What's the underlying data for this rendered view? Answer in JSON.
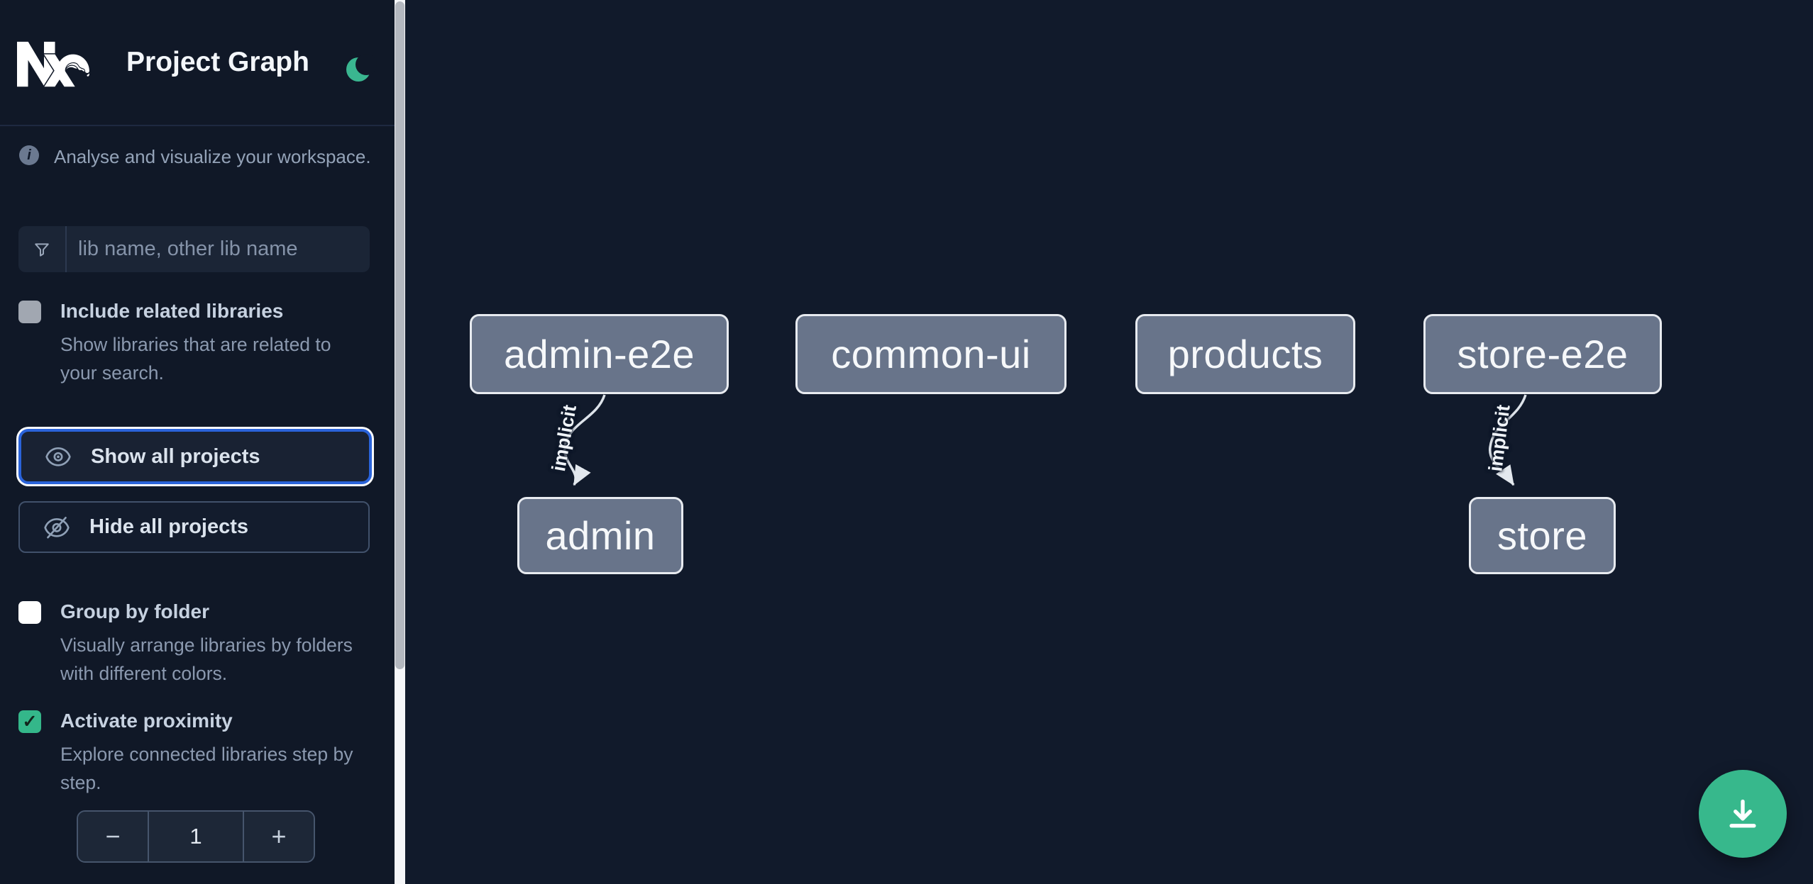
{
  "header": {
    "title": "Project Graph"
  },
  "sidebar": {
    "tagline": "Analyse and visualize your workspace.",
    "info_icon_glyph": "i",
    "check_glyph": "✓",
    "search": {
      "placeholder": "lib name, other lib name"
    },
    "options": [
      {
        "label": "Include related libraries",
        "description": "Show libraries that are related to your search.",
        "checked": false
      },
      {
        "label": "Group by folder",
        "description": "Visually arrange libraries by folders with different colors.",
        "checked": false
      },
      {
        "label": "Activate proximity",
        "description": "Explore connected libraries step by step.",
        "checked": true
      }
    ],
    "actions": [
      {
        "label": "Show all projects",
        "focused": true
      },
      {
        "label": "Hide all projects",
        "focused": false
      }
    ],
    "proximity_stepper": {
      "decrease": "−",
      "value": "1",
      "increase": "+"
    }
  },
  "graph": {
    "nodes": [
      {
        "label": "admin-e2e"
      },
      {
        "label": "common-ui"
      },
      {
        "label": "products"
      },
      {
        "label": "store-e2e"
      },
      {
        "label": "admin"
      },
      {
        "label": "store"
      }
    ],
    "edges": [
      {
        "from": "admin-e2e",
        "to": "admin",
        "label": "implicit"
      },
      {
        "from": "store-e2e",
        "to": "store",
        "label": "implicit"
      }
    ]
  },
  "colors": {
    "accent_green": "#37b88c",
    "focus_blue": "#2a63da",
    "node_fill": "#68748a",
    "node_border": "#e8ebf0",
    "sidebar_bg": "#101827",
    "canvas_bg": "#111a2b",
    "scrollbar_thumb": "#b4b8bf"
  }
}
